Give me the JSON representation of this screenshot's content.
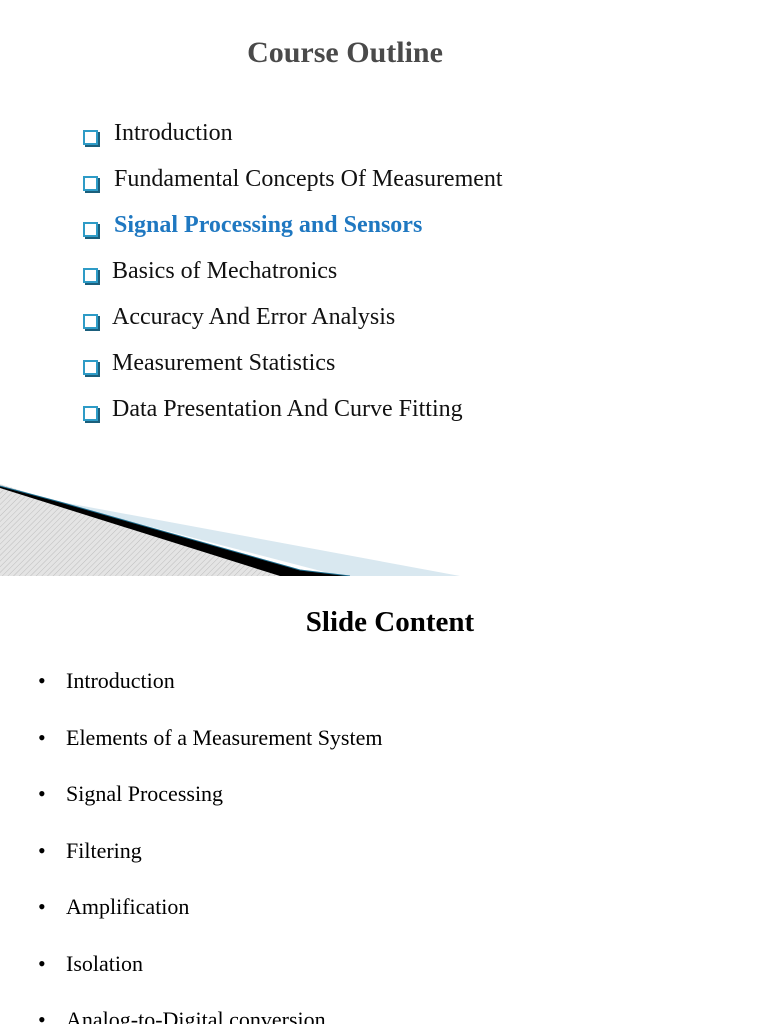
{
  "slide1": {
    "title": "Course Outline",
    "items": [
      {
        "label": "Introduction",
        "highlight": false
      },
      {
        "label": "Fundamental Concepts Of Measurement",
        "highlight": false
      },
      {
        "label": "Signal Processing and Sensors",
        "highlight": true
      },
      {
        "label": "Basics of Mechatronics",
        "highlight": false
      },
      {
        "label": "Accuracy And Error Analysis",
        "highlight": false
      },
      {
        "label": "Measurement Statistics",
        "highlight": false
      },
      {
        "label": "Data Presentation And Curve Fitting",
        "highlight": false
      }
    ],
    "bullet_icon": "hollow-square-bullet-icon",
    "colors": {
      "bullet": "#2e9bc6",
      "highlight": "#1f78c1",
      "title": "#4a4a4a"
    }
  },
  "slide2": {
    "title": "Slide Content",
    "items": [
      "Introduction",
      "Elements of a Measurement System",
      "Signal Processing",
      "Filtering",
      "Amplification",
      "Isolation",
      "Analog-to-Digital conversion"
    ],
    "bullet_icon": "round-bullet-icon"
  }
}
